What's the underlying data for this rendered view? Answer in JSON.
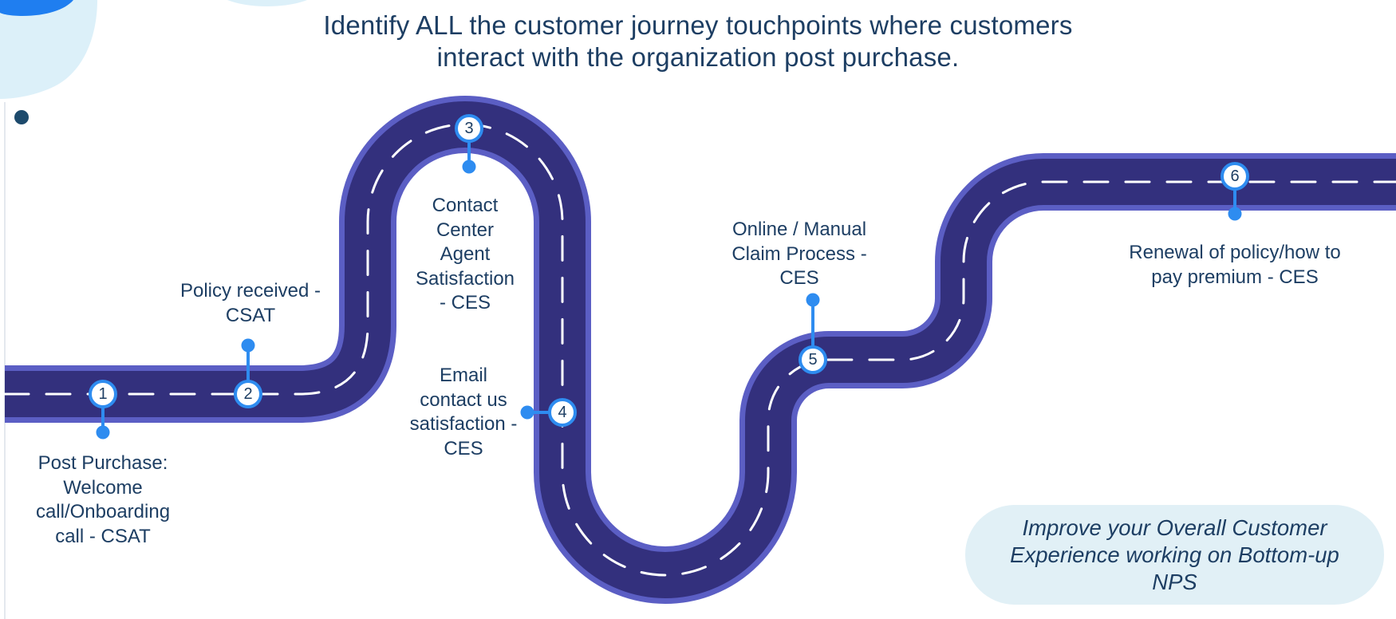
{
  "header": {
    "line1": "Identify ALL the customer journey touchpoints where customers",
    "line2": "interact with the organization post purchase."
  },
  "colors": {
    "road": "#33307d",
    "road_edge": "#5b5ec4",
    "pin": "#2e8cf0",
    "text": "#1d3e63",
    "badge_bg": "#e1f0f6",
    "decor_light": "#dcf0f9",
    "decor_blue": "#1f7ef0"
  },
  "touchpoints": [
    {
      "number": "1",
      "lines": [
        "Post Purchase:",
        "Welcome",
        "call/Onboarding",
        "call - CSAT"
      ]
    },
    {
      "number": "2",
      "lines": [
        "Policy received -",
        "CSAT"
      ]
    },
    {
      "number": "3",
      "lines": [
        "Contact",
        "Center",
        "Agent",
        "Satisfaction",
        "- CES"
      ]
    },
    {
      "number": "4",
      "lines": [
        "Email",
        "contact us",
        "satisfaction -",
        "CES"
      ]
    },
    {
      "number": "5",
      "lines": [
        "Online / Manual",
        "Claim Process -",
        "CES"
      ]
    },
    {
      "number": "6",
      "lines": [
        "Renewal of policy/how to",
        "pay premium - CES"
      ]
    }
  ],
  "callout": {
    "line1": "Improve your Overall Customer",
    "line2": "Experience working on Bottom-up",
    "line3": "NPS"
  }
}
